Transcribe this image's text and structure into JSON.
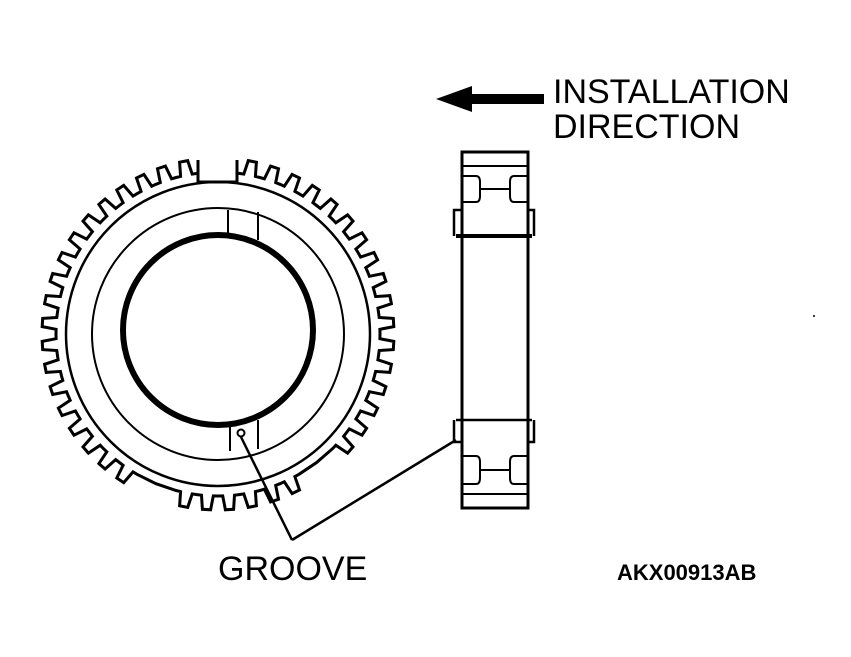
{
  "labels": {
    "direction_line1": "INSTALLATION",
    "direction_line2": "DIRECTION",
    "groove": "GROOVE",
    "figure_code": "AKX00913AB"
  },
  "gear": {
    "tooth_count": 48,
    "missing_tooth_sectors": [
      "top notch",
      "lower-left gap",
      "lower-right gap"
    ]
  },
  "colors": {
    "line": "#000000",
    "background": "#ffffff"
  }
}
